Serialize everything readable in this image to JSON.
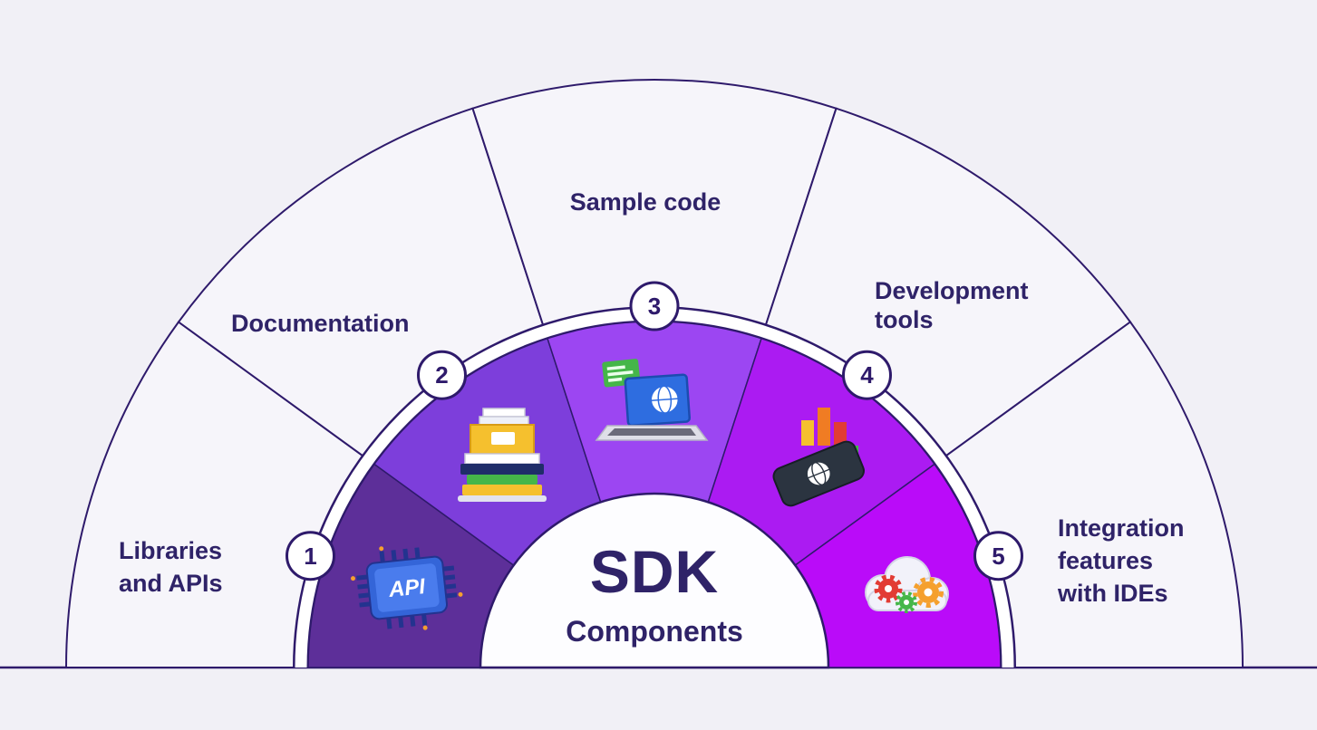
{
  "diagram": {
    "center": {
      "title": "SDK",
      "subtitle": "Components"
    },
    "segments": [
      {
        "number": "1",
        "label": "Libraries and APIs",
        "lines": [
          "Libraries",
          "and APIs"
        ],
        "icon": "api-chip-icon",
        "icon_text": "API",
        "color": "#5d2f99"
      },
      {
        "number": "2",
        "label": "Documentation",
        "lines": [
          "Documentation"
        ],
        "icon": "documentation-books-icon",
        "color": "#7d3edb"
      },
      {
        "number": "3",
        "label": "Sample code",
        "lines": [
          "Sample code"
        ],
        "icon": "laptop-code-icon",
        "color": "#9c46f2"
      },
      {
        "number": "4",
        "label": "Development tools",
        "lines": [
          "Development",
          "tools"
        ],
        "icon": "mobile-analytics-icon",
        "color": "#ab1bf2"
      },
      {
        "number": "5",
        "label": "Integration features with IDEs",
        "lines": [
          "Integration",
          "features",
          "with IDEs"
        ],
        "icon": "cloud-gears-icon",
        "color": "#ba0bf9"
      }
    ],
    "colors": {
      "background": "#f1f0f6",
      "outline": "#2e1a6b",
      "outer_wedge_fill": "#f6f5fa",
      "label_text": "#2f2368",
      "badge_fill": "#ffffff",
      "center_fill": "#fdfdff"
    }
  }
}
